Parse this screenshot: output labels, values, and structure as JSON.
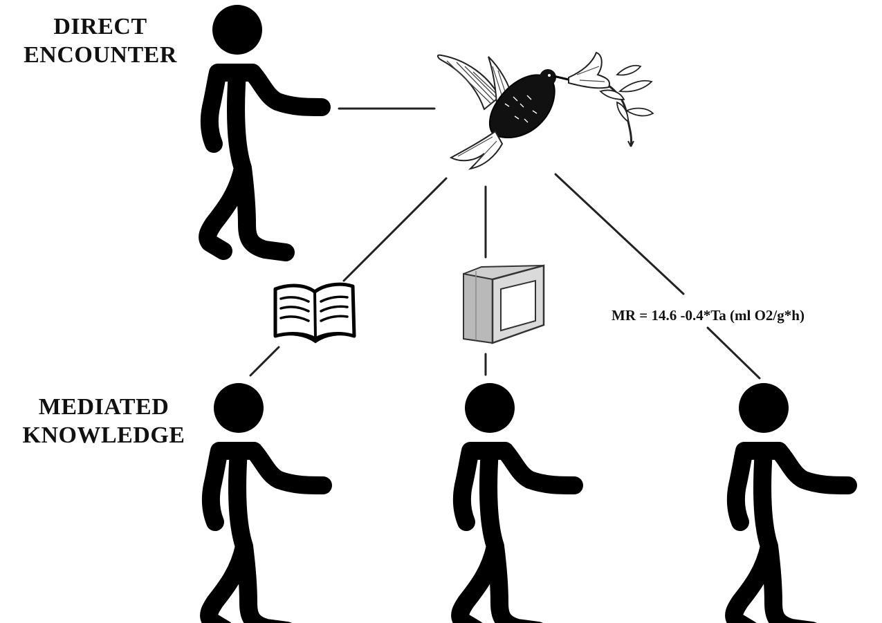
{
  "labels": {
    "direct_line1": "DIRECT",
    "direct_line2": "ENCOUNTER",
    "mediated_line1": "MEDIATED",
    "mediated_line2": "KNOWLEDGE"
  },
  "formula": "MR = 14.6 -0.4*Ta (ml O2/g*h)",
  "icons": {
    "hummingbird": "hummingbird-with-flower-icon",
    "book": "open-book-icon",
    "monitor": "computer-monitor-icon",
    "person": "stick-figure-icon"
  },
  "colors": {
    "ink": "#000000",
    "monitor_body": "#d4d4d4",
    "monitor_screen": "#ffffff"
  }
}
